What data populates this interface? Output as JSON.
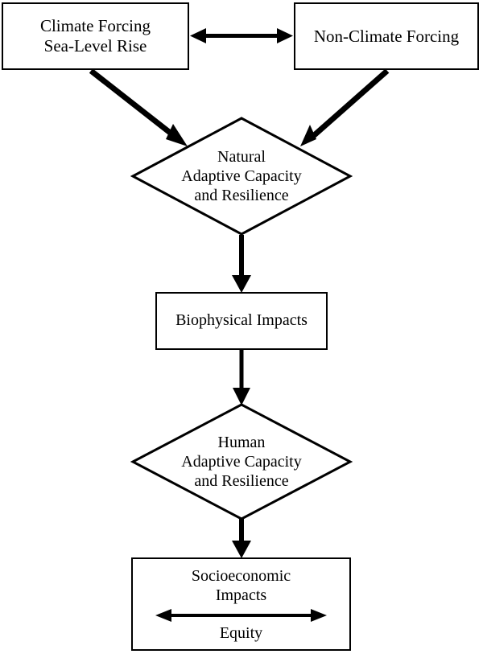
{
  "diagram": {
    "title": "Coastal climate impact chain flowchart",
    "type": "flowchart",
    "background_color": "#ffffff",
    "stroke_color": "#000000",
    "nodes": [
      {
        "id": "climate-forcing",
        "shape": "rectangle",
        "label": "Climate Forcing\nSea-Level Rise"
      },
      {
        "id": "nonclimate-forcing",
        "shape": "rectangle",
        "label": "Non-Climate Forcing"
      },
      {
        "id": "natural-capacity",
        "shape": "diamond",
        "label": "Natural\nAdaptive Capacity\nand Resilience"
      },
      {
        "id": "biophysical-impacts",
        "shape": "rectangle",
        "label": "Biophysical Impacts"
      },
      {
        "id": "human-capacity",
        "shape": "diamond",
        "label": "Human\nAdaptive Capacity\nand Resilience"
      },
      {
        "id": "socioeconomic-impacts",
        "shape": "rectangle",
        "label": "Socioeconomic\nImpacts",
        "sub_label": "Equity"
      }
    ],
    "edges": [
      {
        "id": "climate-to-nonclimate",
        "from": "climate-forcing",
        "to": "nonclimate-forcing",
        "style": "double-arrow-horizontal"
      },
      {
        "id": "climate-to-natural",
        "from": "climate-forcing",
        "to": "natural-capacity",
        "style": "arrow-diagonal"
      },
      {
        "id": "nonclimate-to-natural",
        "from": "nonclimate-forcing",
        "to": "natural-capacity",
        "style": "arrow-diagonal"
      },
      {
        "id": "natural-to-biophysical",
        "from": "natural-capacity",
        "to": "biophysical-impacts",
        "style": "arrow-vertical"
      },
      {
        "id": "biophysical-to-human",
        "from": "biophysical-impacts",
        "to": "human-capacity",
        "style": "arrow-vertical"
      },
      {
        "id": "human-to-socioeconomic",
        "from": "human-capacity",
        "to": "socioeconomic-impacts",
        "style": "arrow-vertical"
      },
      {
        "id": "equity-span",
        "from": "socioeconomic-impacts",
        "to": "socioeconomic-impacts",
        "style": "double-arrow-horizontal"
      }
    ]
  }
}
